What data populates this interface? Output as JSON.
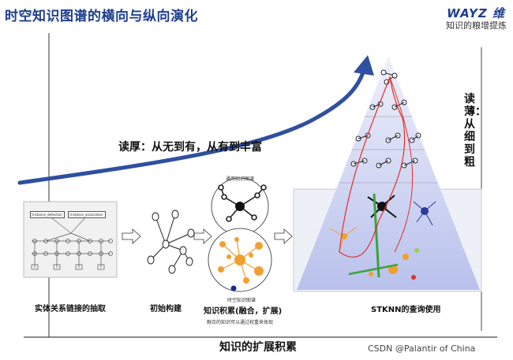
{
  "title": "时空知识图谱的横向与纵向演化",
  "logo": {
    "brand": "WAYZ 维",
    "subtitle": "知识的粮增提炼"
  },
  "labels": {
    "read_thick": "读厚：从无到有，从有到丰富",
    "read_thin": "读薄：从细到粗",
    "axis": "知识的扩展积累"
  },
  "stages": [
    {
      "caption": "实体关系链接的抽取",
      "boxes": [
        "Instance_detection",
        "Instance_association"
      ]
    },
    {
      "caption": "初始构建"
    },
    {
      "caption": "知识积累(融合，扩展)",
      "top_label": "通用知识图谱",
      "bottom_label": "时空知识图谱",
      "note": "融合的知识可以通过权重来体现"
    },
    {
      "caption": "STKNN的查询使用"
    }
  ],
  "watermark": "CSDN @Palantir of China",
  "colors": {
    "title": "#1f3e8c",
    "arrow": "#2f4fa0",
    "pyramid": "#c7cdef",
    "orange": "#f0a030",
    "red": "#e0302a",
    "green": "#3aa43a"
  }
}
